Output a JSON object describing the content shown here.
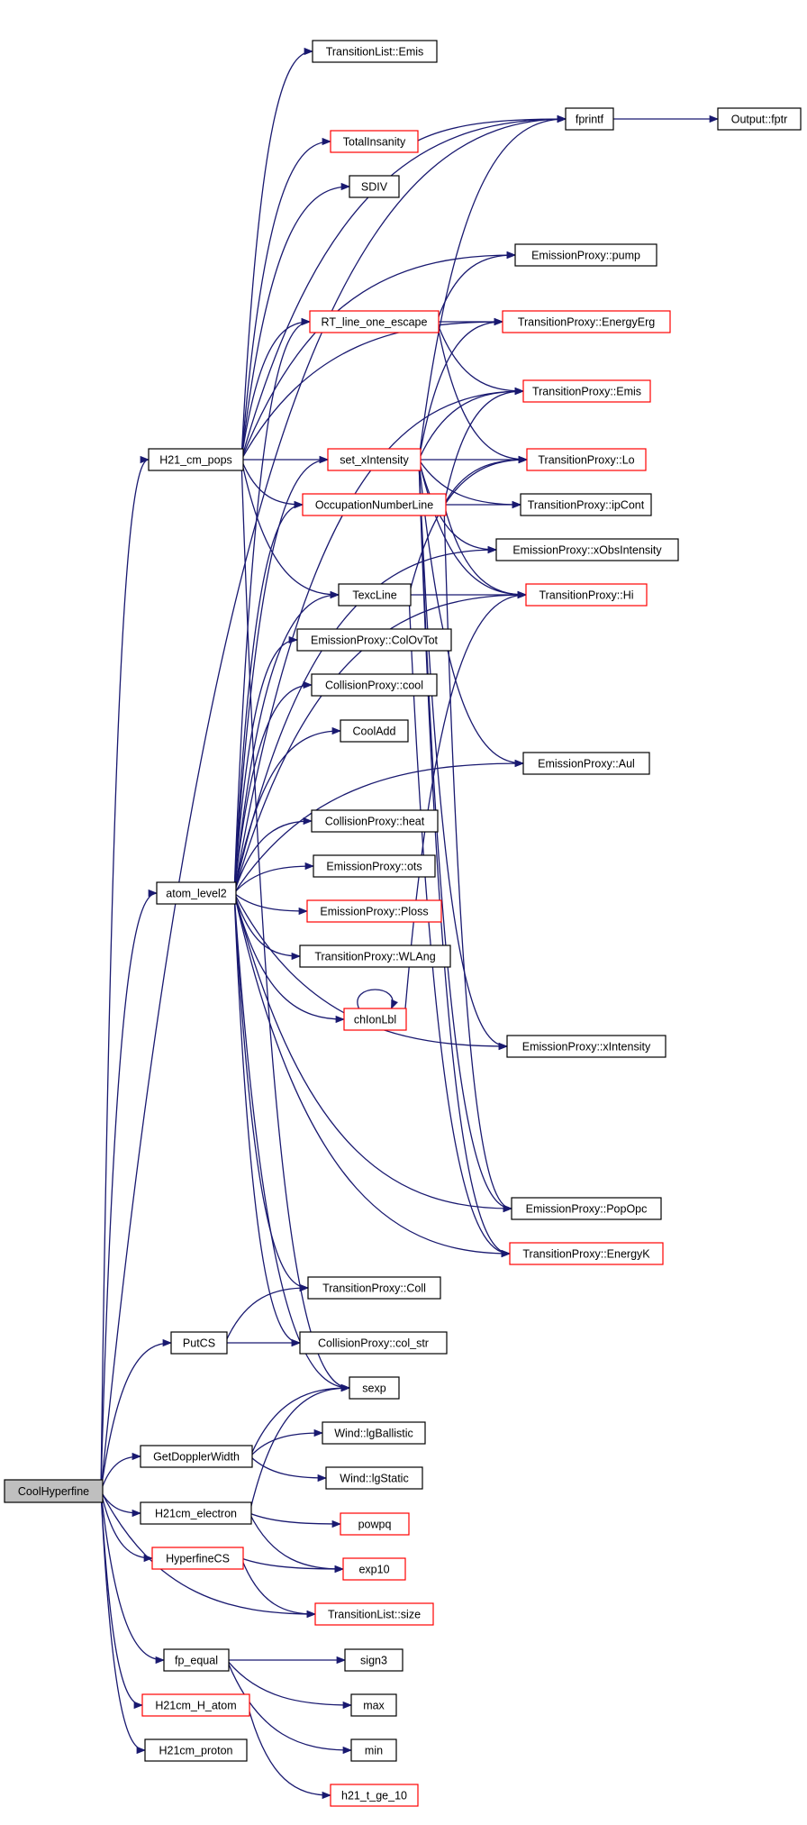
{
  "colors": {
    "edge": "#191970",
    "node_border": "#000000",
    "node_border_incomplete": "#ff0000",
    "root_fill": "#bfbfbf",
    "node_fill": "#ffffff"
  },
  "nodes": [
    {
      "id": "coolhyperfine",
      "label": "CoolHyperfine",
      "root": true
    },
    {
      "id": "h21_cm_pops",
      "label": "H21_cm_pops"
    },
    {
      "id": "atom_level2",
      "label": "atom_level2"
    },
    {
      "id": "putcs",
      "label": "PutCS"
    },
    {
      "id": "getdopplerwidth",
      "label": "GetDopplerWidth"
    },
    {
      "id": "h21cm_electron",
      "label": "H21cm_electron"
    },
    {
      "id": "hyperfinecs",
      "label": "HyperfineCS",
      "incomplete": true
    },
    {
      "id": "fp_equal",
      "label": "fp_equal"
    },
    {
      "id": "h21cm_h_atom",
      "label": "H21cm_H_atom",
      "incomplete": true
    },
    {
      "id": "h21cm_proton",
      "label": "H21cm_proton"
    },
    {
      "id": "transitionlist_emis",
      "label": "TransitionList::Emis"
    },
    {
      "id": "totalinsanity",
      "label": "TotalInsanity",
      "incomplete": true
    },
    {
      "id": "sdiv",
      "label": "SDIV"
    },
    {
      "id": "rt_line_one_escape",
      "label": "RT_line_one_escape",
      "incomplete": true
    },
    {
      "id": "set_xintensity",
      "label": "set_xIntensity",
      "incomplete": true
    },
    {
      "id": "occupationnumberline",
      "label": "OccupationNumberLine",
      "incomplete": true
    },
    {
      "id": "texcline",
      "label": "TexcLine"
    },
    {
      "id": "emissionproxy_colovtot",
      "label": "EmissionProxy::ColOvTot"
    },
    {
      "id": "collisionproxy_cool",
      "label": "CollisionProxy::cool"
    },
    {
      "id": "cooladd",
      "label": "CoolAdd"
    },
    {
      "id": "collisionproxy_heat",
      "label": "CollisionProxy::heat"
    },
    {
      "id": "emissionproxy_ots",
      "label": "EmissionProxy::ots"
    },
    {
      "id": "emissionproxy_ploss",
      "label": "EmissionProxy::Ploss",
      "incomplete": true
    },
    {
      "id": "transitionproxy_wlang",
      "label": "TransitionProxy::WLAng"
    },
    {
      "id": "chionlbl",
      "label": "chIonLbl",
      "incomplete": true
    },
    {
      "id": "transitionproxy_coll",
      "label": "TransitionProxy::Coll"
    },
    {
      "id": "collisionproxy_col_str",
      "label": "CollisionProxy::col_str"
    },
    {
      "id": "sexp",
      "label": "sexp"
    },
    {
      "id": "wind_lgballistic",
      "label": "Wind::lgBallistic"
    },
    {
      "id": "wind_lgstatic",
      "label": "Wind::lgStatic"
    },
    {
      "id": "powpq",
      "label": "powpq",
      "incomplete": true
    },
    {
      "id": "exp10",
      "label": "exp10",
      "incomplete": true
    },
    {
      "id": "transitionlist_size",
      "label": "TransitionList::size",
      "incomplete": true
    },
    {
      "id": "sign3",
      "label": "sign3"
    },
    {
      "id": "max",
      "label": "max"
    },
    {
      "id": "min",
      "label": "min"
    },
    {
      "id": "h21_t_ge_10",
      "label": "h21_t_ge_10",
      "incomplete": true
    },
    {
      "id": "fprintf",
      "label": "fprintf"
    },
    {
      "id": "output_fptr",
      "label": "Output::fptr"
    },
    {
      "id": "emissionproxy_pump",
      "label": "EmissionProxy::pump"
    },
    {
      "id": "transitionproxy_energyerg",
      "label": "TransitionProxy::EnergyErg",
      "incomplete": true
    },
    {
      "id": "transitionproxy_emis",
      "label": "TransitionProxy::Emis",
      "incomplete": true
    },
    {
      "id": "transitionproxy_lo",
      "label": "TransitionProxy::Lo",
      "incomplete": true
    },
    {
      "id": "transitionproxy_ipcont",
      "label": "TransitionProxy::ipCont"
    },
    {
      "id": "emissionproxy_xobsintensity",
      "label": "EmissionProxy::xObsIntensity"
    },
    {
      "id": "transitionproxy_hi",
      "label": "TransitionProxy::Hi",
      "incomplete": true
    },
    {
      "id": "emissionproxy_aul",
      "label": "EmissionProxy::Aul"
    },
    {
      "id": "emissionproxy_xintensity",
      "label": "EmissionProxy::xIntensity"
    },
    {
      "id": "emissionproxy_popopc",
      "label": "EmissionProxy::PopOpc"
    },
    {
      "id": "transitionproxy_energyk",
      "label": "TransitionProxy::EnergyK",
      "incomplete": true
    }
  ],
  "edges": [
    [
      "coolhyperfine",
      "h21_cm_pops"
    ],
    [
      "coolhyperfine",
      "atom_level2"
    ],
    [
      "coolhyperfine",
      "putcs"
    ],
    [
      "coolhyperfine",
      "getdopplerwidth"
    ],
    [
      "coolhyperfine",
      "h21cm_electron"
    ],
    [
      "coolhyperfine",
      "hyperfinecs"
    ],
    [
      "coolhyperfine",
      "fp_equal"
    ],
    [
      "coolhyperfine",
      "h21cm_h_atom"
    ],
    [
      "coolhyperfine",
      "h21cm_proton"
    ],
    [
      "coolhyperfine",
      "transitionlist_size"
    ],
    [
      "coolhyperfine",
      "fprintf"
    ],
    [
      "h21_cm_pops",
      "transitionlist_emis"
    ],
    [
      "h21_cm_pops",
      "fprintf"
    ],
    [
      "h21_cm_pops",
      "totalinsanity"
    ],
    [
      "h21_cm_pops",
      "sdiv"
    ],
    [
      "h21_cm_pops",
      "set_xintensity"
    ],
    [
      "h21_cm_pops",
      "occupationnumberline"
    ],
    [
      "h21_cm_pops",
      "texcline"
    ],
    [
      "h21_cm_pops",
      "sexp"
    ],
    [
      "h21_cm_pops",
      "rt_line_one_escape"
    ],
    [
      "h21_cm_pops",
      "emissionproxy_pump"
    ],
    [
      "h21_cm_pops",
      "transitionproxy_energyerg"
    ],
    [
      "atom_level2",
      "rt_line_one_escape"
    ],
    [
      "atom_level2",
      "set_xintensity"
    ],
    [
      "atom_level2",
      "occupationnumberline"
    ],
    [
      "atom_level2",
      "texcline"
    ],
    [
      "atom_level2",
      "emissionproxy_colovtot"
    ],
    [
      "atom_level2",
      "collisionproxy_cool"
    ],
    [
      "atom_level2",
      "cooladd"
    ],
    [
      "atom_level2",
      "collisionproxy_heat"
    ],
    [
      "atom_level2",
      "emissionproxy_ots"
    ],
    [
      "atom_level2",
      "emissionproxy_ploss"
    ],
    [
      "atom_level2",
      "transitionproxy_wlang"
    ],
    [
      "atom_level2",
      "chionlbl"
    ],
    [
      "atom_level2",
      "transitionproxy_coll"
    ],
    [
      "atom_level2",
      "collisionproxy_col_str"
    ],
    [
      "atom_level2",
      "sexp"
    ],
    [
      "atom_level2",
      "transitionproxy_emis"
    ],
    [
      "atom_level2",
      "emissionproxy_xobsintensity"
    ],
    [
      "atom_level2",
      "transitionproxy_hi"
    ],
    [
      "atom_level2",
      "emissionproxy_aul"
    ],
    [
      "atom_level2",
      "emissionproxy_xintensity"
    ],
    [
      "atom_level2",
      "emissionproxy_popopc"
    ],
    [
      "atom_level2",
      "transitionproxy_energyk"
    ],
    [
      "putcs",
      "transitionproxy_coll"
    ],
    [
      "putcs",
      "collisionproxy_col_str"
    ],
    [
      "getdopplerwidth",
      "sexp"
    ],
    [
      "getdopplerwidth",
      "wind_lgballistic"
    ],
    [
      "getdopplerwidth",
      "wind_lgstatic"
    ],
    [
      "h21cm_electron",
      "sexp"
    ],
    [
      "h21cm_electron",
      "powpq"
    ],
    [
      "h21cm_electron",
      "exp10"
    ],
    [
      "hyperfinecs",
      "exp10"
    ],
    [
      "hyperfinecs",
      "transitionlist_size"
    ],
    [
      "fp_equal",
      "sign3"
    ],
    [
      "fp_equal",
      "max"
    ],
    [
      "fp_equal",
      "min"
    ],
    [
      "h21cm_h_atom",
      "h21_t_ge_10"
    ],
    [
      "totalinsanity",
      "fprintf"
    ],
    [
      "fprintf",
      "output_fptr"
    ],
    [
      "rt_line_one_escape",
      "emissionproxy_pump"
    ],
    [
      "rt_line_one_escape",
      "transitionproxy_energyerg"
    ],
    [
      "rt_line_one_escape",
      "transitionproxy_emis"
    ],
    [
      "rt_line_one_escape",
      "transitionproxy_lo"
    ],
    [
      "set_xintensity",
      "fprintf"
    ],
    [
      "set_xintensity",
      "transitionproxy_energyerg"
    ],
    [
      "set_xintensity",
      "transitionproxy_emis"
    ],
    [
      "set_xintensity",
      "transitionproxy_lo"
    ],
    [
      "set_xintensity",
      "transitionproxy_ipcont"
    ],
    [
      "set_xintensity",
      "emissionproxy_xobsintensity"
    ],
    [
      "set_xintensity",
      "transitionproxy_hi"
    ],
    [
      "set_xintensity",
      "emissionproxy_aul"
    ],
    [
      "set_xintensity",
      "emissionproxy_xintensity"
    ],
    [
      "set_xintensity",
      "emissionproxy_popopc"
    ],
    [
      "set_xintensity",
      "transitionproxy_energyk"
    ],
    [
      "occupationnumberline",
      "transitionproxy_emis"
    ],
    [
      "occupationnumberline",
      "transitionproxy_lo"
    ],
    [
      "occupationnumberline",
      "transitionproxy_ipcont"
    ],
    [
      "occupationnumberline",
      "transitionproxy_hi"
    ],
    [
      "occupationnumberline",
      "emissionproxy_popopc"
    ],
    [
      "texcline",
      "transitionproxy_lo"
    ],
    [
      "texcline",
      "transitionproxy_hi"
    ],
    [
      "texcline",
      "transitionproxy_energyk"
    ],
    [
      "chionlbl",
      "chionlbl"
    ],
    [
      "chionlbl",
      "transitionproxy_hi"
    ]
  ]
}
